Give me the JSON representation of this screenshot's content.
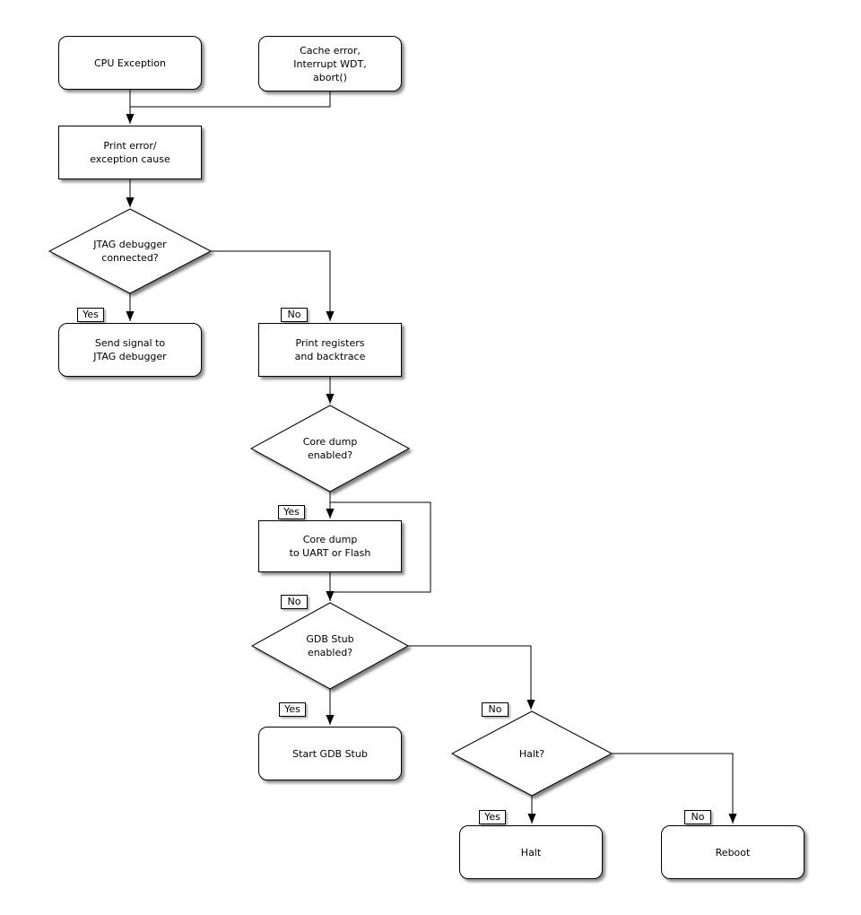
{
  "colors": {
    "background": "#ffffff",
    "node_fill": "#ffffff",
    "stroke": "#000000",
    "text": "#000000",
    "shadow": "#888888"
  },
  "branch_labels": {
    "yes": "Yes",
    "no": "No"
  },
  "nodes": {
    "cpu_exception": {
      "label": "CPU Exception"
    },
    "cache_error": {
      "label": "Cache error,\nInterrupt WDT,\nabort()"
    },
    "print_error": {
      "label": "Print error/\nexception cause"
    },
    "jtag_connected": {
      "label": "JTAG debugger\nconnected?"
    },
    "send_signal": {
      "label": "Send signal to\nJTAG debugger"
    },
    "print_registers": {
      "label": "Print registers\nand backtrace"
    },
    "core_dump_enabled": {
      "label": "Core dump\nenabled?"
    },
    "core_dump": {
      "label": "Core dump\nto UART or Flash"
    },
    "gdb_stub_enabled": {
      "label": "GDB Stub\nenabled?"
    },
    "start_gdb_stub": {
      "label": "Start GDB Stub"
    },
    "halt_question": {
      "label": "Halt?"
    },
    "halt": {
      "label": "Halt"
    },
    "reboot": {
      "label": "Reboot"
    }
  }
}
